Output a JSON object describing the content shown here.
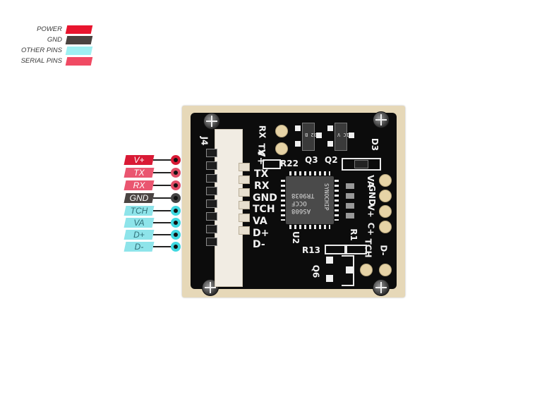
{
  "legend": {
    "items": [
      {
        "label": "POWER",
        "color": "#e8152e"
      },
      {
        "label": "GND",
        "color": "#4a4340"
      },
      {
        "label": "OTHER PINS",
        "color": "#9ef0f2"
      },
      {
        "label": "SERIAL PINS",
        "color": "#f04a63"
      }
    ]
  },
  "pins": [
    {
      "label": "V+",
      "type": "power",
      "color": "#d91a35",
      "text_color": "#ffffff",
      "dot_color": "#d91a35"
    },
    {
      "label": "TX",
      "type": "serial",
      "color": "#ea5670",
      "text_color": "#ffffff",
      "dot_color": "#e04d66"
    },
    {
      "label": "RX",
      "type": "serial",
      "color": "#ea5670",
      "text_color": "#ffffff",
      "dot_color": "#e04d66"
    },
    {
      "label": "GND",
      "type": "gnd",
      "color": "#4a4442",
      "text_color": "#ffffff",
      "dot_color": "#444444"
    },
    {
      "label": "TCH",
      "type": "other",
      "color": "#8ee4ea",
      "text_color": "#2f6f78",
      "dot_color": "#3fd8e0"
    },
    {
      "label": "VA",
      "type": "other",
      "color": "#8ee4ea",
      "text_color": "#2f6f78",
      "dot_color": "#3fd8e0"
    },
    {
      "label": "D+",
      "type": "other",
      "color": "#8ee4ea",
      "text_color": "#2f6f78",
      "dot_color": "#3fd8e0"
    },
    {
      "label": "D-",
      "type": "other",
      "color": "#8ee4ea",
      "text_color": "#2f6f78",
      "dot_color": "#3fd8e0"
    }
  ],
  "board": {
    "silkscreen": {
      "connector_ref": "J4",
      "top_pads": [
        "RX",
        "TX"
      ],
      "connector_pins": [
        "V+",
        "TX",
        "RX",
        "GND",
        "TCH",
        "VA",
        "D+",
        "D-"
      ],
      "r22": "R22",
      "q3": "Q3",
      "q2": "Q2",
      "q3_marking": "702 B",
      "q2_marking": "1C V",
      "d3": "D3",
      "u2": "U2",
      "r13": "R13",
      "r1": "R1",
      "q6": "Q6",
      "right_pins": [
        "VA",
        "GND",
        "V+",
        "C+",
        "TCH",
        "D-"
      ]
    },
    "chip": {
      "line1": "AS608",
      "line2": "OCCF",
      "line3": "TR9038",
      "brand": "SYNOCHIP"
    }
  }
}
